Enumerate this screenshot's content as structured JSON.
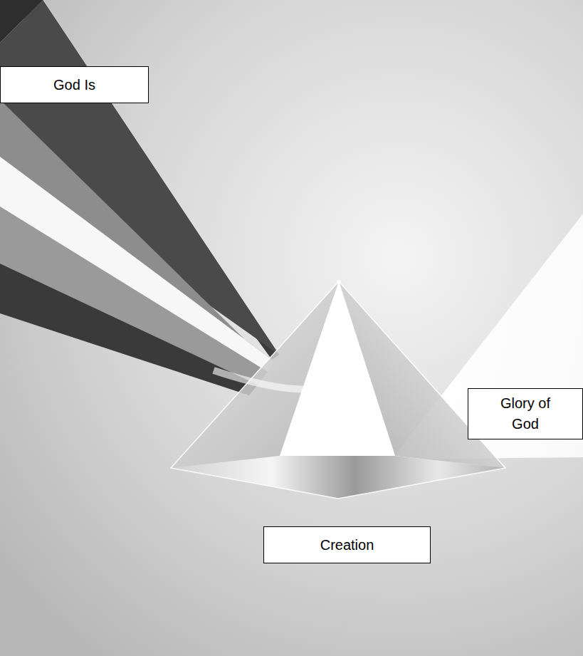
{
  "diagram": {
    "nodes": [
      {
        "text": [
          "God Is"
        ]
      },
      {
        "text": [
          "Glory of God"
        ]
      },
      {
        "text": [
          "Creation"
        ]
      }
    ]
  }
}
